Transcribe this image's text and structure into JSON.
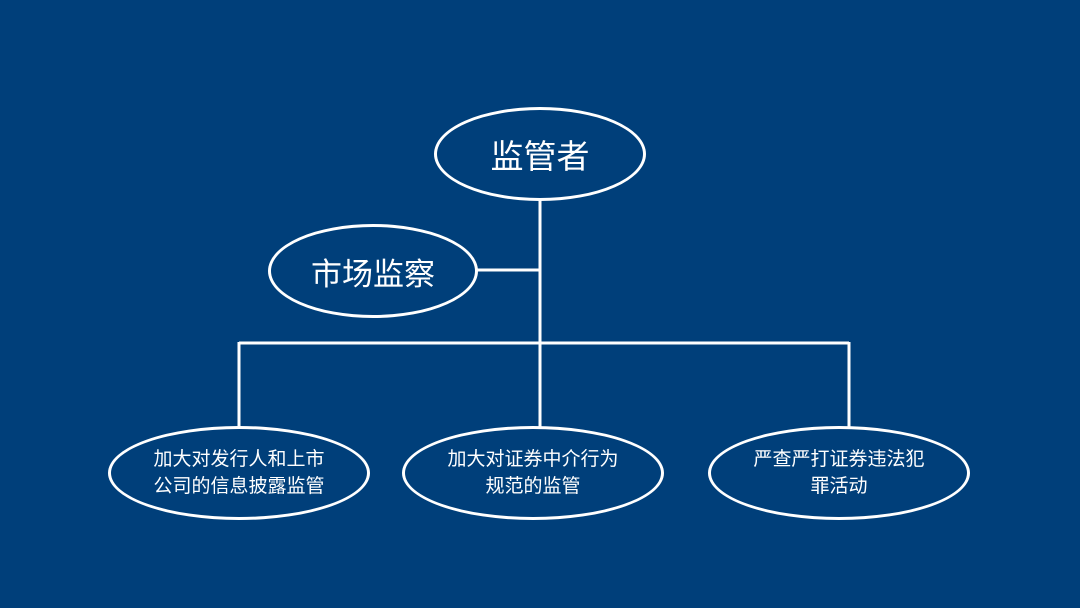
{
  "diagram": {
    "background_color": "#003f7a",
    "line_color": "#ffffff",
    "root": {
      "label": "监管者"
    },
    "side": {
      "label": "市场监察"
    },
    "leaves": [
      {
        "line1": "加大对发行人和上市",
        "line2": "公司的信息披露监管"
      },
      {
        "line1": "加大对证券中介行为",
        "line2": "规范的监管"
      },
      {
        "line1": "严查严打证券违法犯",
        "line2": "罪活动"
      }
    ]
  }
}
